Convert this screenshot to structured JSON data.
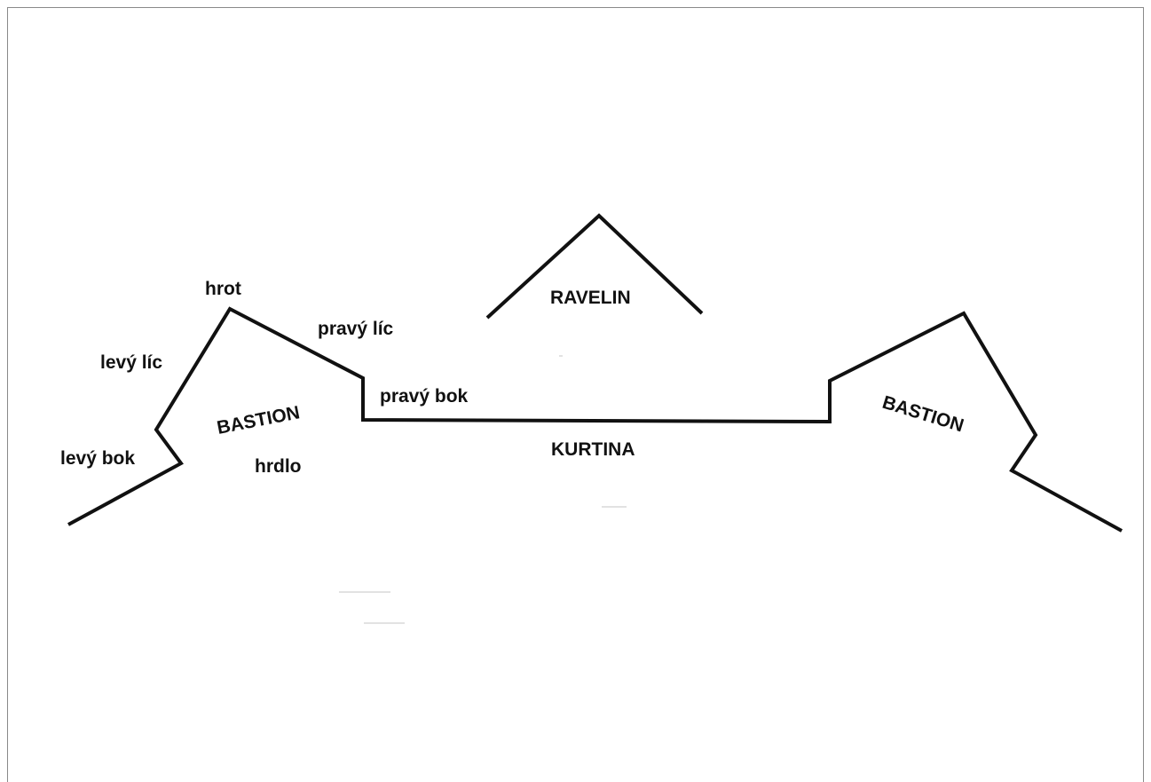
{
  "labels": {
    "hrot": "hrot",
    "pravy_lic": "pravý líc",
    "levy_lic": "levý líc",
    "bastion_left": "BASTION",
    "levy_bok": "levý bok",
    "hrdlo": "hrdlo",
    "pravy_bok": "pravý bok",
    "ravelin": "RAVELIN",
    "kurtina": "KURTINA",
    "bastion_right": "BASTION"
  }
}
